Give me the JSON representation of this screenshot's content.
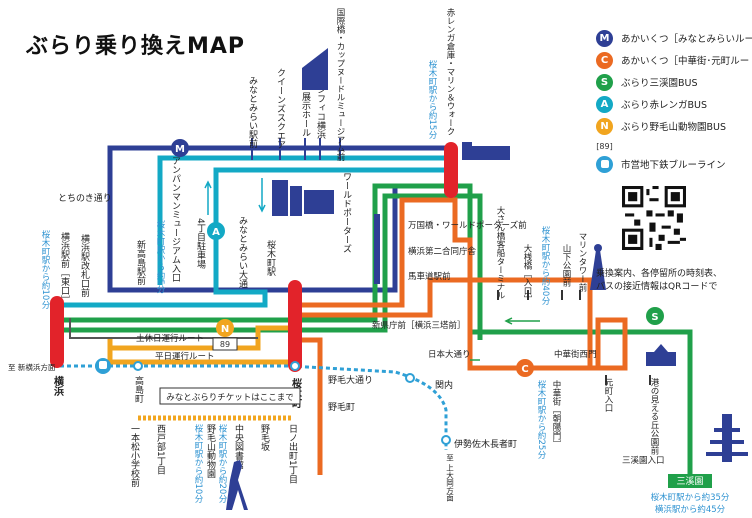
{
  "title": "ぶらり乗り換えMAP",
  "colors": {
    "blue": "#2e3f95",
    "cyan": "#13a9c5",
    "green": "#20a04a",
    "red": "#e2232a",
    "orange": "#eb6a22",
    "yellow": "#f1a51f",
    "subway": "#2fa0d6"
  },
  "legend": [
    {
      "badge": "M",
      "label": "あかいくつ［みなとみらいルート］",
      "color": "#2e3f95"
    },
    {
      "badge": "C",
      "label": "あかいくつ［中華街･元町ルート］",
      "color": "#eb6a22"
    },
    {
      "badge": "S",
      "label": "ぶらり三渓園BUS",
      "color": "#20a04a"
    },
    {
      "badge": "A",
      "label": "ぶらり赤レンガBUS",
      "color": "#13a9c5"
    },
    {
      "badge": "N",
      "label": "ぶらり野毛山動物園BUS",
      "color": "#f1a51f"
    },
    {
      "badge": "[89]",
      "label": "",
      "color": "#333333"
    },
    {
      "badge": "subway-icon",
      "label": "市営地下鉄ブルーライン",
      "color": "#2fa0d6"
    }
  ],
  "qr_caption": [
    "乗換案内、各停留所の時刻表、",
    "バスの接近情報はQRコードで"
  ],
  "map": {
    "badges": {
      "M": "M",
      "A": "A",
      "N": "N",
      "C": "C",
      "S": "S",
      "route89": "89"
    },
    "stops_top": [
      "みなとみらい駅前",
      "クイーンズスクエア",
      "展示ホール",
      "パシフィコ横浜",
      "国際橋・カップヌードルミュージアム前",
      "赤レンガ倉庫・マリン＆ウォーク"
    ],
    "red_brick_note": "桜木町駅から約15分",
    "stops_inner": [
      "アンパンマンミュージアム入口",
      "4丁目駐車場",
      "新高島駅前",
      "みなとみらい大通",
      "ワールドポーターズ"
    ],
    "inner_note": "桜木町駅から約5分",
    "stops_left": [
      "桜木町駅から約10分",
      "横浜駅前［東口］",
      "横浜駅改札口前",
      "とちのき通り"
    ],
    "station_names": [
      "横浜",
      "桜木町",
      "桜木町駅"
    ],
    "stops_mid": [
      "万国橋・ワールドポーターズ前",
      "横浜第二合同庁舎",
      "馬車道駅前",
      "新県庁前［横浜三塔前］",
      "日本大通り"
    ],
    "stops_east": [
      "大さん橋客船ターミナル",
      "大桟橋［入口］",
      "山下公園前",
      "マリンタワー前",
      "中華街［朝陽門］",
      "元町入口",
      "港の見える丘公園前",
      "中華街西門",
      "三溪園入口"
    ],
    "east_note_1": "桜木町駅から約40分",
    "east_note_2": "桜木町駅から約25分",
    "sankeien": "三溪園",
    "sankeien_note": [
      "桜木町駅から約35分",
      "横浜駅から約45分"
    ],
    "road_labels": [
      "土休日運行ルート",
      "平日運行ルート"
    ],
    "ticket_box": "みなとぶらりチケットはここまで",
    "stops_south": [
      "一本松小学校前",
      "西戸部1丁目",
      "野毛山動物園",
      "中央図書館",
      "野毛坂",
      "日ノ出町1丁目",
      "高島町",
      "野毛大通り",
      "野毛町",
      "関内",
      "伊勢佐木長者町"
    ],
    "south_note_1": "桜木町駅から約10分",
    "south_note_2": "桜木町駅から約20分",
    "subway_ends": [
      "至 新横浜方面",
      "至 上大岡方面"
    ]
  }
}
